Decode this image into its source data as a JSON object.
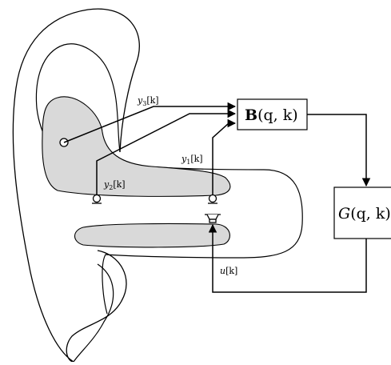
{
  "diagram": {
    "blocks": {
      "beamformer": {
        "symbol": "B",
        "args": "(q, k)"
      },
      "plant": {
        "symbol": "G",
        "args": "(q, k)"
      }
    },
    "signals": {
      "y1": "y",
      "y1_sub": "1",
      "y1_idx": "[k]",
      "y2": "y",
      "y2_sub": "2",
      "y2_idx": "[k]",
      "y3": "y",
      "y3_sub": "3",
      "y3_idx": "[k]",
      "u": "u",
      "u_idx": "[k]"
    },
    "components": [
      "ear-outline",
      "ear-canal",
      "microphone-1",
      "microphone-2",
      "microphone-3",
      "loudspeaker"
    ],
    "colors": {
      "line": "#000000",
      "fill_gray": "#d9d9d9",
      "background": "#ffffff"
    }
  }
}
